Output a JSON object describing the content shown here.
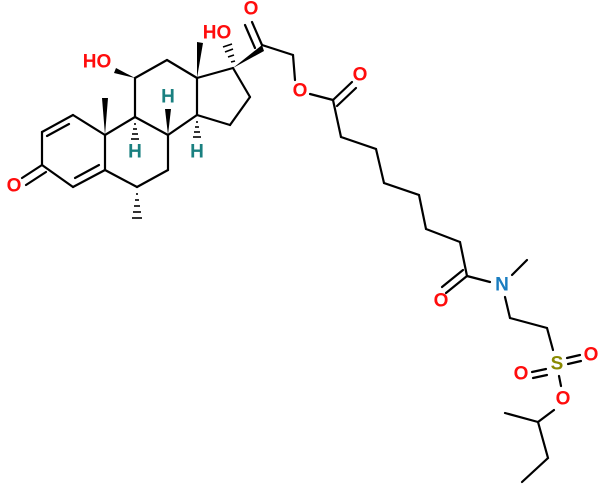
{
  "colors": {
    "oxygen": "#ff0d0d",
    "nitrogen": "#1a7dc0",
    "sulfur": "#8a8a00",
    "hydrogen": "#1a8080",
    "bond": "#000000"
  },
  "labels": {
    "o_ketone3": "O",
    "oh11": "HO",
    "oh17": "HO",
    "o_ketone20": "O",
    "o_ester": "O",
    "o_ester_carbonyl": "O",
    "o_amide": "O",
    "n_amide": "N",
    "s": "S",
    "o_s1": "O",
    "o_s2": "O",
    "o_sulfonate": "O",
    "h9": "H",
    "h8": "H",
    "h14": "H"
  }
}
